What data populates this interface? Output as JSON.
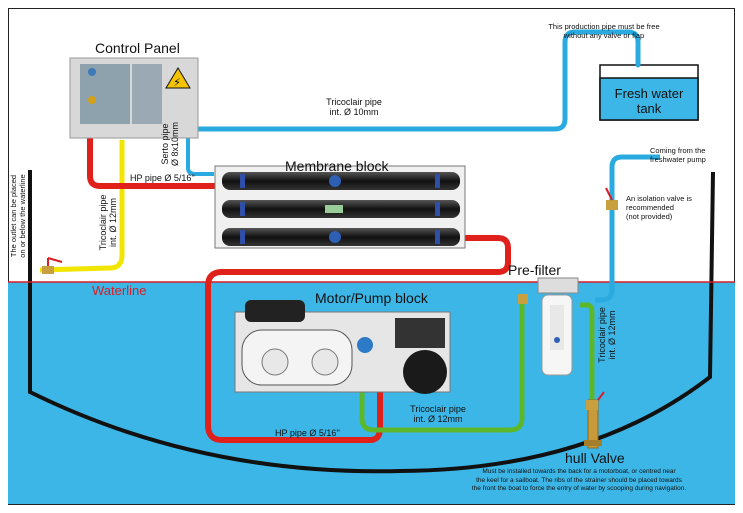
{
  "title": "",
  "labels": {
    "control_panel": "Control Panel",
    "membrane_block": "Membrane block",
    "motor_pump_block": "Motor/Pump block",
    "pre_filter": "Pre-filter",
    "hull_valve": "hull Valve",
    "waterline": "Waterline",
    "fresh_water_tank": [
      "Fresh water",
      "tank"
    ],
    "production_note": [
      "This production pipe must be free",
      "without any valve or flap"
    ],
    "tricoclair_10": [
      "Tricoclair pipe",
      "int. Ø 10mm"
    ],
    "serto_pipe": [
      "Serto pipe",
      "Ø 8x10mm"
    ],
    "hp_pipe_top": "HP pipe Ø 5/16''",
    "hp_pipe_bottom": "HP pipe Ø 5/16''",
    "tricoclair_12_left": [
      "Tricoclair pipe",
      "int. Ø 12mm"
    ],
    "tricoclair_12_mid": [
      "Tricoclair pipe",
      "int. Ø 12mm"
    ],
    "tricoclair_12_right": [
      "Tricoclair pipe",
      "int. Ø 12mm"
    ],
    "outlet_note": [
      "The outlet can be placed",
      "on or below the waterline"
    ],
    "freshwater_pump_note": [
      "Coming from the",
      "freshwater pump"
    ],
    "isolation_note": [
      "An isolation valve is",
      "recommended",
      "(not provided)"
    ],
    "hull_valve_note": [
      "Must be installed towards the back for a motorboat, or centred near",
      "the keel for a sailboat. The ribs of the strainer should be placed towards",
      "the front the boat to force the entry of water by scooping during navigation."
    ]
  },
  "colors": {
    "hp_pipe": "#e0201b",
    "tricoclair_10": "#29abe2",
    "tricoclair_12_yellow": "#f2e600",
    "tricoclair_12_green": "#5cb82a",
    "water": "#3cb6e6",
    "waterline": "#d61f26",
    "hull": "#111111"
  },
  "icons": [
    "warning-icon",
    "valve-icon",
    "membrane-cylinder-icon",
    "filter-icon",
    "pump-icon"
  ]
}
